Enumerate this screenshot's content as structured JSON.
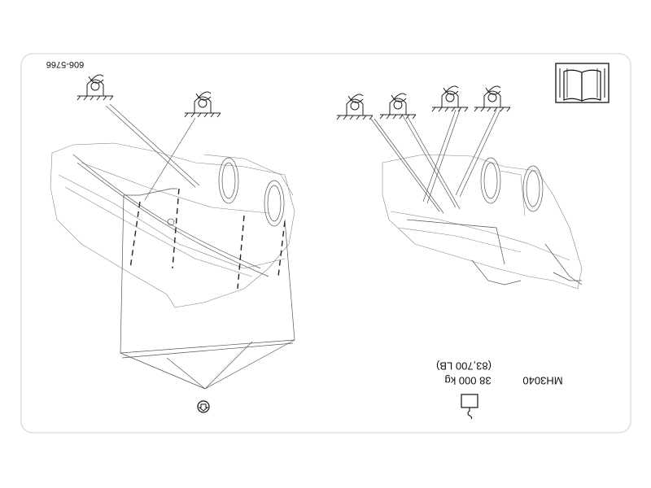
{
  "figure": {
    "doc_number": "606-5766",
    "model": "MH3040",
    "weight_metric": "38 000 kg",
    "weight_imperial": "(83,700 LB)"
  },
  "icons": {
    "manual": "open-manual-icon",
    "weight": "weight-icon",
    "lift_point": "lifting-point-icon",
    "tie_down": "tie-down-point-icon",
    "center_of_gravity": "center-of-gravity-icon"
  }
}
